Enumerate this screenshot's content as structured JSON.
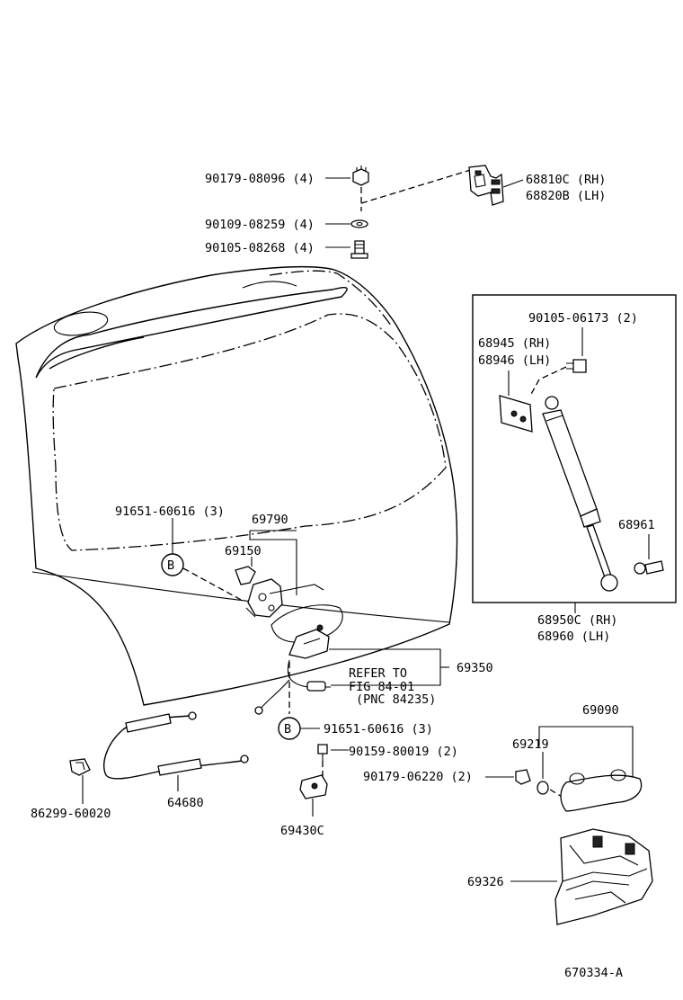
{
  "labels": {
    "nut_90179_08096": "90179-08096 (4)",
    "hinge_rh": "68810C (RH)",
    "hinge_lh": "68820B (LH)",
    "washer_90109": "90109-08259 (4)",
    "bolt_90105_08268": "90105-08268 (4)",
    "bolt_90105_06173": "90105-06173 (2)",
    "bracket_rh": "68945 (RH)",
    "bracket_lh": "68946 (LH)",
    "stud_68961": "68961",
    "stay_rh": "68950C (RH)",
    "stay_lh": "68960  (LH)",
    "clip_91651_top": "91651-60616 (3)",
    "lock_69790": "69790",
    "cover_69150": "69150",
    "marker_b_top": "B",
    "striker_69350": "69350",
    "refer_line1": "REFER TO",
    "refer_line2": "FIG 84-01",
    "refer_line3": "(PNC 84235)",
    "marker_b_bottom": "B",
    "clip_91651_bottom": "91651-60616 (3)",
    "handle_69090": "69090",
    "grommet_69219": "69219",
    "bolt_90159": "90159-80019 (2)",
    "nut_90179_06220": "90179-06220 (2)",
    "clamp_86299": "86299-60020",
    "cable_64680": "64680",
    "striker_69430c": "69430C",
    "protector_69326": "69326",
    "figure_id": "670334-A"
  }
}
